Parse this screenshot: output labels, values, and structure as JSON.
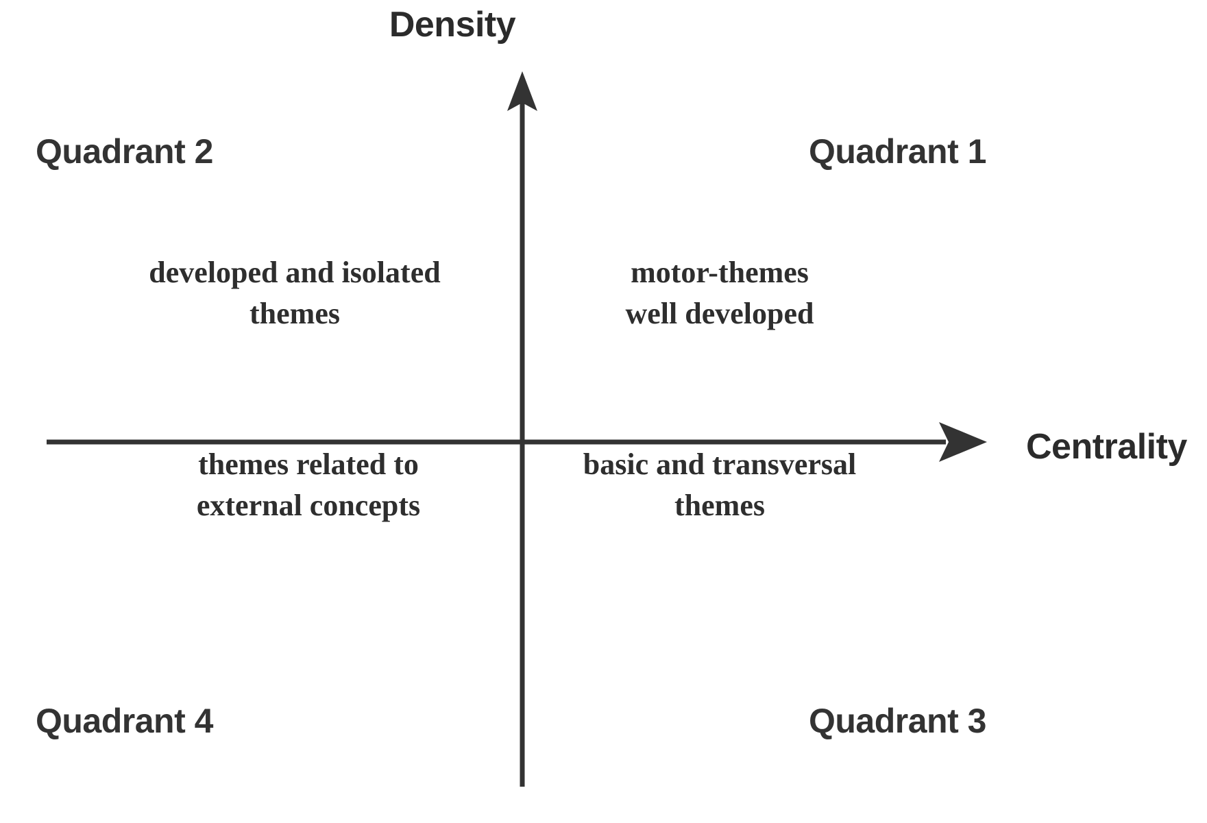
{
  "axes": {
    "y_label": "Density",
    "x_label": "Centrality"
  },
  "quadrants": {
    "q1": {
      "label": "Quadrant 1",
      "description": "motor-themes\nwell developed"
    },
    "q2": {
      "label": "Quadrant 2",
      "description": "developed and isolated\nthemes"
    },
    "q3": {
      "label": "Quadrant 3",
      "description": "basic and transversal\nthemes"
    },
    "q4": {
      "label": "Quadrant 4",
      "description": "themes related to\nexternal concepts"
    }
  },
  "colors": {
    "background": "#ffffff",
    "axis_line": "#333333",
    "label_text": "#333333",
    "description_text": "#2e2e2e"
  },
  "chart_data": {
    "type": "scatter",
    "title": "",
    "xlabel": "Centrality",
    "ylabel": "Density",
    "grid": false,
    "legend": "none",
    "annotations": [
      {
        "quadrant": "Quadrant 1",
        "position": "top-right",
        "text": "motor-themes well developed"
      },
      {
        "quadrant": "Quadrant 2",
        "position": "top-left",
        "text": "developed and isolated themes"
      },
      {
        "quadrant": "Quadrant 3",
        "position": "bottom-right",
        "text": "basic and transversal themes"
      },
      {
        "quadrant": "Quadrant 4",
        "position": "bottom-left",
        "text": "themes related to external concepts"
      }
    ],
    "x": [],
    "y": []
  }
}
